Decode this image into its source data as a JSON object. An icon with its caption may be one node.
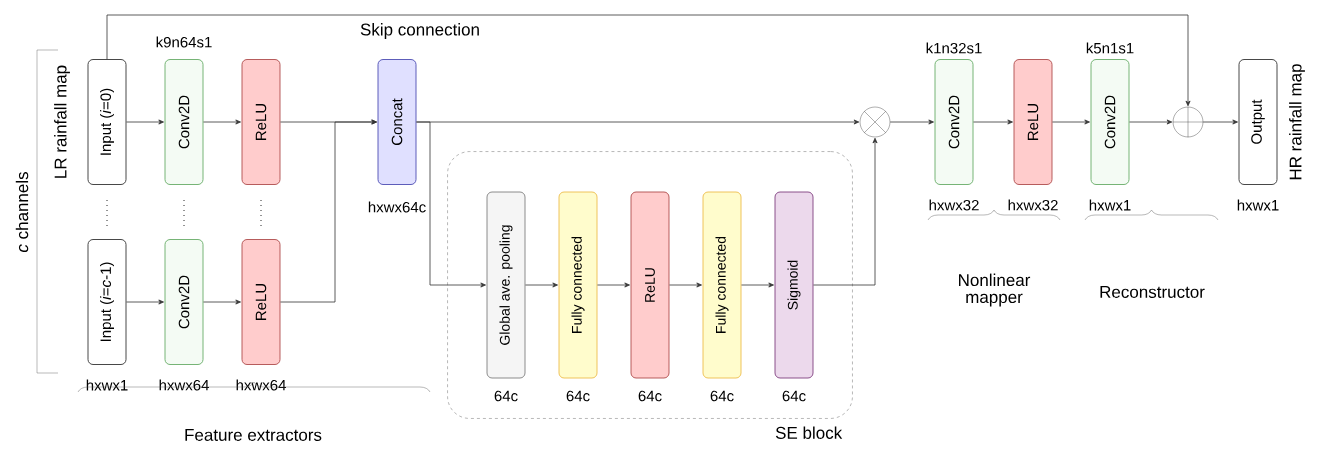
{
  "diagram": {
    "nodes": [
      {
        "text": [
          "Input (*i*=0)"
        ],
        "beside": [
          "LR rainfall map"
        ]
      },
      {
        "text": [
          "Conv2D"
        ]
      },
      {
        "text": [
          "ReLU"
        ]
      },
      {
        "text": [
          "Input (*i*=*c*-1)"
        ]
      },
      {
        "text": [
          "Conv2D"
        ]
      },
      {
        "text": [
          "ReLU"
        ]
      },
      {
        "text": [
          "Concat"
        ]
      },
      {
        "text": [
          "SE block"
        ]
      },
      {
        "text": [
          "Global ave. pooling"
        ],
        "in": 7
      },
      {
        "text": [
          "Fully connected"
        ],
        "in": 7
      },
      {
        "text": [
          "ReLU"
        ],
        "in": 7
      },
      {
        "text": [
          "Fully connected"
        ],
        "in": 7
      },
      {
        "text": [
          "Sigmoid"
        ],
        "in": 7
      },
      {
        "text": [],
        "shape": "circle"
      },
      {
        "text": [
          "Conv2D"
        ]
      },
      {
        "text": [
          "ReLU"
        ]
      },
      {
        "text": [
          "Conv2D"
        ]
      },
      {
        "text": [],
        "shape": "circle"
      },
      {
        "text": [
          "Output"
        ],
        "beside": [
          "HR rainfall map"
        ]
      }
    ],
    "edges": [
      {
        "from": 0,
        "to": 1,
        "arrow": "to"
      },
      {
        "from": 1,
        "to": 2,
        "arrow": "to"
      },
      {
        "from": 2,
        "to": 6,
        "arrow": "to"
      },
      {
        "from": 3,
        "to": 4,
        "arrow": "to"
      },
      {
        "from": 4,
        "to": 5,
        "arrow": "to"
      },
      {
        "from": 5,
        "to": 6,
        "arrow": "to"
      },
      {
        "from": 6,
        "to": 13,
        "arrow": "to"
      },
      {
        "from": 6,
        "to": 8,
        "arrow": "to"
      },
      {
        "from": 8,
        "to": 9,
        "arrow": "to"
      },
      {
        "from": 9,
        "to": 10,
        "arrow": "to"
      },
      {
        "from": 10,
        "to": 11,
        "arrow": "to"
      },
      {
        "from": 11,
        "to": 12,
        "arrow": "to"
      },
      {
        "from": 12,
        "to": 13,
        "arrow": "to"
      },
      {
        "from": 13,
        "to": 14,
        "arrow": "to"
      },
      {
        "from": 14,
        "to": 15,
        "arrow": "to"
      },
      {
        "from": 15,
        "to": 16,
        "arrow": "to"
      },
      {
        "from": 16,
        "to": 17,
        "arrow": "to"
      },
      {
        "from": 17,
        "to": 18,
        "arrow": "to"
      },
      {
        "from": 0,
        "to": 17,
        "arrow": "to",
        "label": "Skip connection"
      }
    ],
    "labels": [
      "*c* channels",
      "k9n64s1",
      "hxwx1",
      "hxwx64",
      "hxwx64",
      "hxwx64c",
      "64c",
      "64c",
      "64c",
      "64c",
      "64c",
      "Feature extractors",
      "k1n32s1",
      "k5n1s1",
      "hxwx32",
      "hxwx32",
      "hxwx1",
      "hxwx1",
      "Nonlinear mapper",
      "Reconstructor"
    ]
  }
}
